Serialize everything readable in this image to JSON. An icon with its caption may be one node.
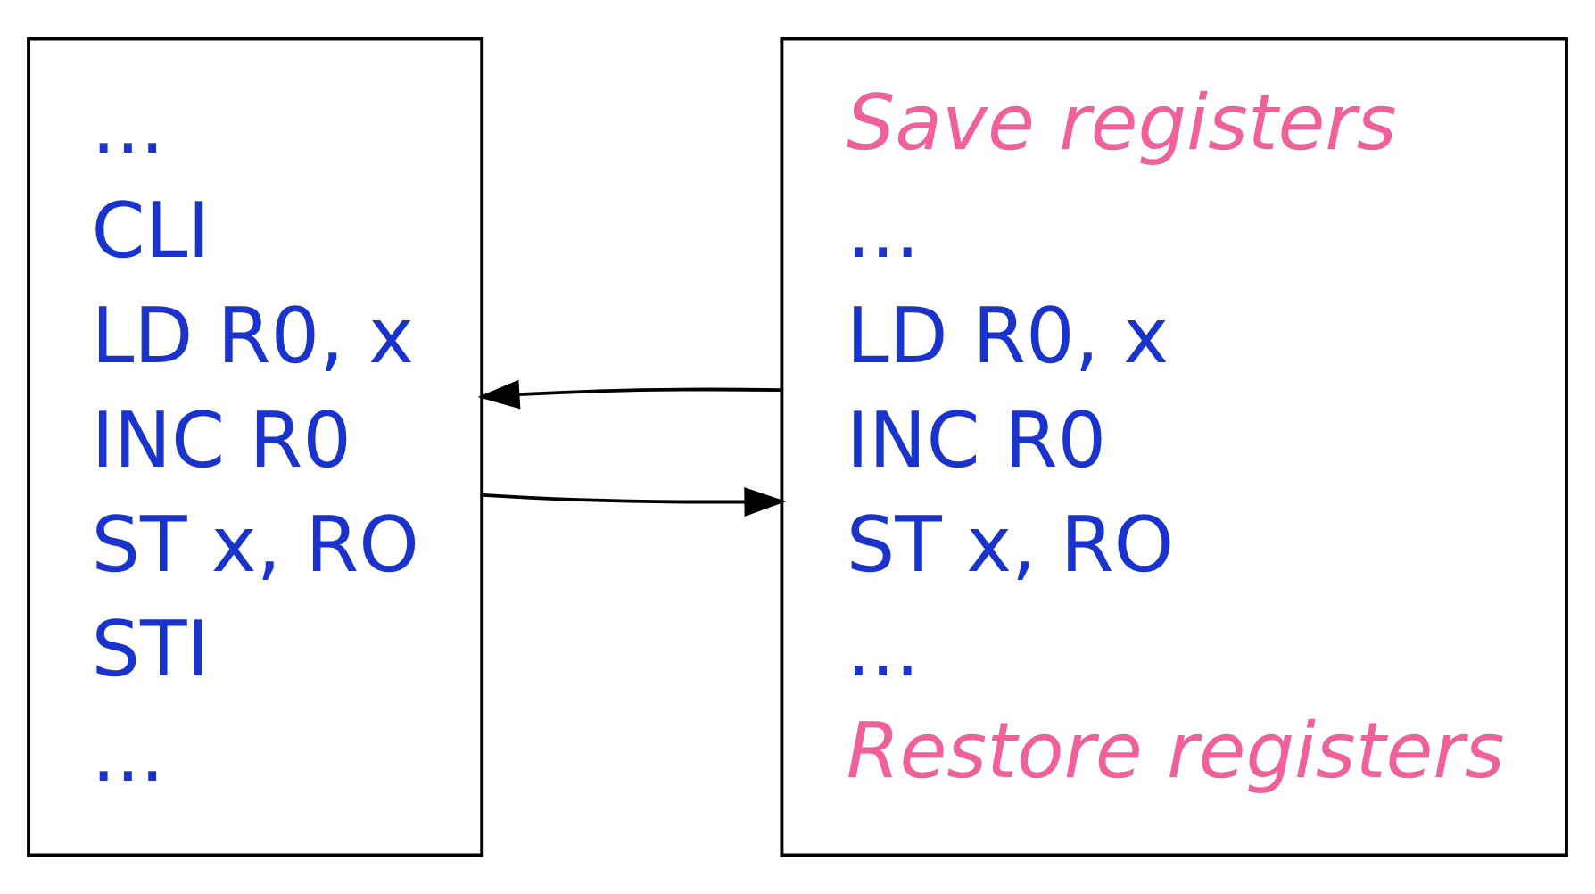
{
  "diagram": {
    "nodes": [
      {
        "text": [
          "...",
          "CLI",
          "LD R0, x",
          "INC R0",
          "ST x, RO",
          "STI",
          "..."
        ]
      },
      {
        "text": [
          "Save registers",
          "...",
          "LD R0, x",
          "INC R0",
          "ST x, RO",
          "...",
          "Restore registers"
        ]
      }
    ],
    "edges": [
      {
        "from": 0,
        "to": 1,
        "arrow": "to"
      },
      {
        "from": 1,
        "to": 0,
        "arrow": "to"
      }
    ]
  }
}
